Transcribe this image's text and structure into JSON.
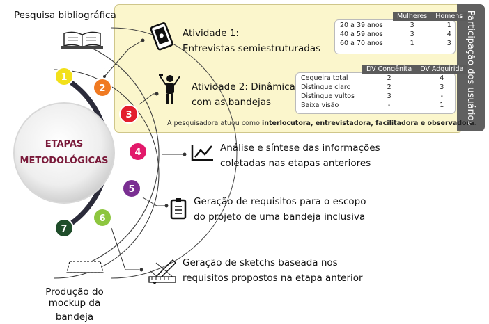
{
  "title_top": "Pesquisa bibliográfica",
  "title_bottom_line1": "Produção do",
  "title_bottom_line2": "mockup da bandeja",
  "center_line1": "ETAPAS",
  "center_line2": "METODOLÓGICAS",
  "side_tab": "Participação dos usuários",
  "activity1": {
    "line1": "Atividade 1:",
    "line2": "Entrevistas semiestruturadas"
  },
  "activity2": {
    "line1": "Atividade 2: Dinâmica",
    "line2": "com as bandejas"
  },
  "table1": {
    "headers": [
      "",
      "Mulheres",
      "Homens"
    ],
    "rows": [
      {
        "label": "20 a 39 anos",
        "a": "3",
        "b": "1"
      },
      {
        "label": "40 a 59 anos",
        "a": "3",
        "b": "4"
      },
      {
        "label": "60 a 70 anos",
        "a": "1",
        "b": "3"
      }
    ]
  },
  "table2": {
    "headers": [
      "",
      "DV Congênita",
      "DV Adquirida"
    ],
    "rows": [
      {
        "label": "Cegueira total",
        "a": "2",
        "b": "4"
      },
      {
        "label": "Distingue claro",
        "a": "2",
        "b": "3"
      },
      {
        "label": "Distingue vultos",
        "a": "3",
        "b": "-"
      },
      {
        "label": "Baixa visão",
        "a": "-",
        "b": "1"
      }
    ]
  },
  "note": {
    "prefix": "A pesquisadora atuou como ",
    "roles": "interlocutora, entrevistadora, facilitadora e observadora",
    "suffix": "."
  },
  "step4": {
    "line1": "Análise e síntese das informações",
    "line2": "coletadas nas etapas anteriores"
  },
  "step5": {
    "line1": "Geração de requisitos para o escopo",
    "line2": "do projeto de uma bandeja inclusiva"
  },
  "step6": {
    "line1": "Geração de sketchs baseada nos",
    "line2": "requisitos propostos na etapa anterior"
  },
  "steps": [
    {
      "num": "1",
      "color": "#f2e01a"
    },
    {
      "num": "2",
      "color": "#f07a22"
    },
    {
      "num": "3",
      "color": "#e31e2d"
    },
    {
      "num": "4",
      "color": "#e2196a"
    },
    {
      "num": "5",
      "color": "#7a2f92"
    },
    {
      "num": "6",
      "color": "#8dc63f"
    },
    {
      "num": "7",
      "color": "#1f4d2a"
    }
  ],
  "colors": {
    "panel": "#fbf6cc",
    "tab": "#606060",
    "center_text": "#7a1a3a",
    "arc": "#2b2b3a"
  },
  "icons": [
    "book-icon",
    "phone-hand-icon",
    "person-tools-icon",
    "chart-icon",
    "clipboard-icon",
    "sketch-icon",
    "tray-icon"
  ]
}
